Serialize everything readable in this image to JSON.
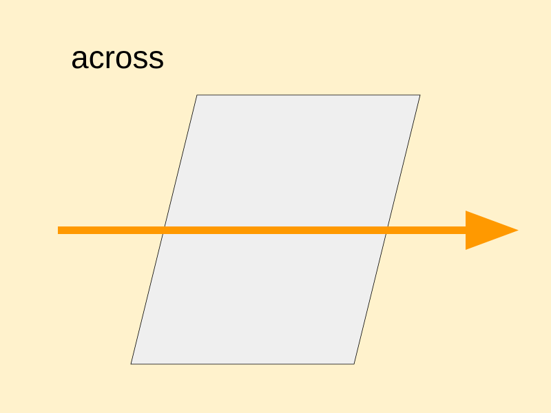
{
  "title": "across",
  "colors": {
    "background": "#FFF2CC",
    "plane_fill": "#EFEFEF",
    "plane_stroke": "#000000",
    "arrow": "#FF9900",
    "text": "#000000"
  },
  "shapes": {
    "plane": "parallelogram",
    "arrow": "right-arrow"
  }
}
